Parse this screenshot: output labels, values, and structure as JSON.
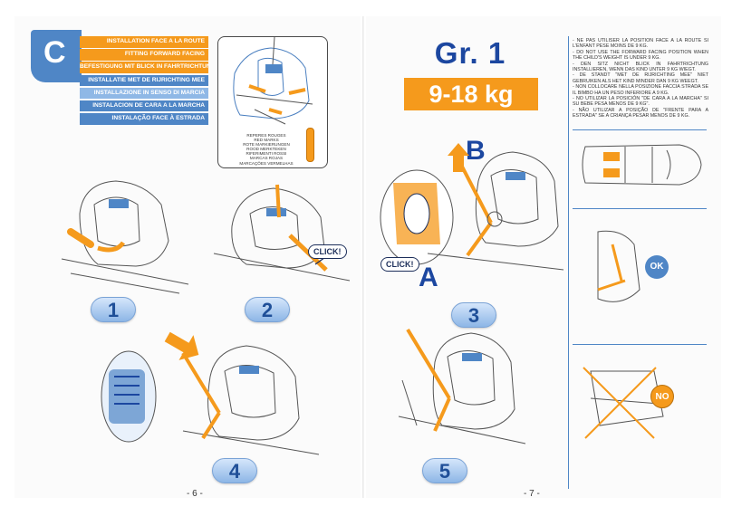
{
  "section_letter": "C",
  "languages": [
    {
      "text": "INSTALLATION FACE A LA ROUTE",
      "color": "#f59a1c"
    },
    {
      "text": "FITTING FORWARD FACING",
      "color": "#f59a1c"
    },
    {
      "text": "BEFESTIGUNG MIT BLICK IN FAHRTRICHTUNG",
      "color": "#f59a1c"
    },
    {
      "text": "INSTALLATIE MET DE RIJRICHTING MEE",
      "color": "#4f86c6"
    },
    {
      "text": "INSTALLAZIONE IN SENSO DI MARCIA",
      "color": "#8fb8e6"
    },
    {
      "text": "INSTALACION DE CARA A LA MARCHA",
      "color": "#4f86c6"
    },
    {
      "text": "INSTALAÇÃO FACE À ESTRADA",
      "color": "#4f86c6"
    }
  ],
  "red_marks": "REPERES ROUGES\nRED MARKS\nROTE MARKIERUNGEN\nROOD MERKTEKEN\nRIFERIMENTI ROSSI\nMARCAS ROJAS\nMARCAÇÕES VERMELHAS",
  "steps": {
    "s1": "1",
    "s2": "2",
    "s3": "3",
    "s4": "4",
    "s5": "5"
  },
  "click_label": "CLICK!",
  "letter_a": "A",
  "letter_b": "B",
  "group_title": "Gr. 1",
  "weight_range": "9-18 kg",
  "notes": [
    "- NE PAS UTILISER LA POSITION FACE A LA ROUTE SI L'ENFANT PESE MOINS DE 9 KG.",
    "- DO NOT USE THE FORWARD FACING POSITION WHEN THE CHILD'S WEIGHT IS UNDER 9 KG.",
    "- DEN SITZ NICHT BLICK IN FAHRTRICHTUNG INSTALLIEREN, WENN DAS KIND UNTER 9 KG WIEGT.",
    "- DE STANDT \"MET DE RIJRICHTING MEE\" NIET GEBRUIKEN ALS HET KIND MINDER DAN 9 KG WEEGT.",
    "- NON COLLOCARE NELLA POSIZIONE FACCIA STRADA SE IL BIMBO HA UN PESO INFERIORE A 9 KG.",
    "- NO UTILIZAR LA POSICIÓN \"DE CARA A LA MARCHA\" SI SU BEBE PESA MENOS DE 9 KG\".",
    "- NÃO UTILIZAR A POSIÇÃO DE \"FRENTE PARA A ESTRADA\" SE A CRIANÇA PESAR MENOS DE 9 KG."
  ],
  "ok_label": "OK",
  "no_label": "NO",
  "page_left": "- 6 -",
  "page_right": "- 7 -",
  "colors": {
    "orange": "#f59a1c",
    "blue": "#4f86c6",
    "navy": "#1c47a0"
  }
}
